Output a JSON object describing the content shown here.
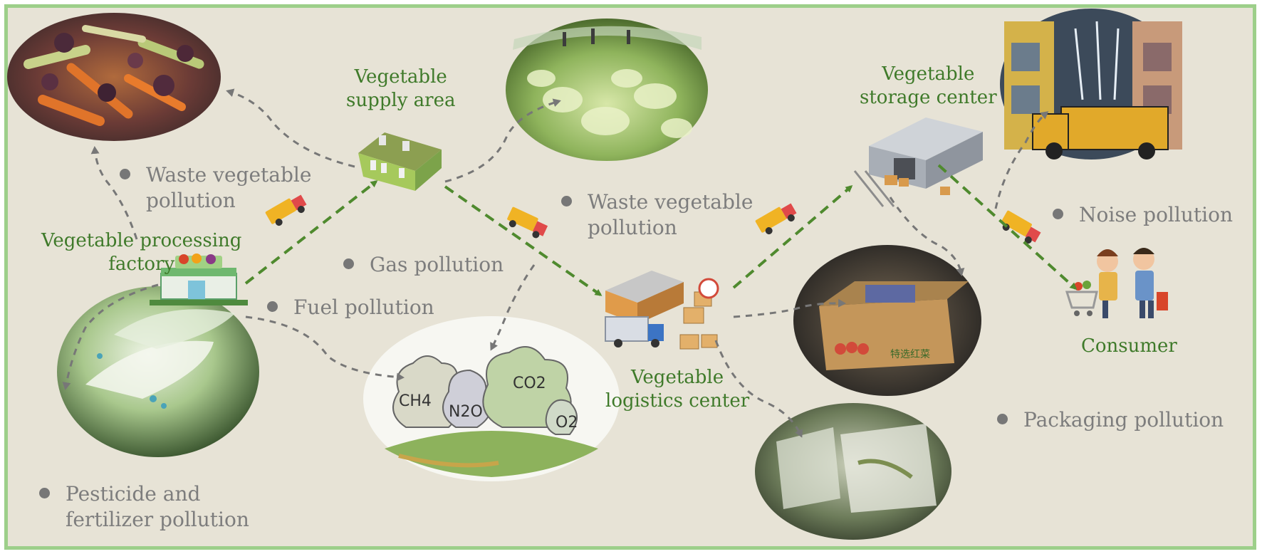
{
  "nodes": {
    "supply_area": "Vegetable supply area",
    "supply_area_line1": "Vegetable",
    "supply_area_line2": "supply area",
    "storage_center_line1": "Vegetable",
    "storage_center_line2": "storage center",
    "processing_factory_line1": "Vegetable processing",
    "processing_factory_line2": "factory",
    "logistics_center_line1": "Vegetable",
    "logistics_center_line2": "logistics center",
    "consumer": "Consumer"
  },
  "pollution_labels": {
    "waste_vegetable_1_line1": "Waste vegetable",
    "waste_vegetable_1_line2": "pollution",
    "waste_vegetable_2_line1": "Waste vegetable",
    "waste_vegetable_2_line2": "pollution",
    "gas": "Gas pollution",
    "fuel": "Fuel pollution",
    "pesticide_line1": "Pesticide and",
    "pesticide_line2": "fertilizer pollution",
    "noise": "Noise pollution",
    "packaging": "Packaging pollution"
  },
  "gas_formulas": [
    "CH4",
    "N2O",
    "CO2",
    "O2"
  ],
  "package_text": "特选红菜",
  "colors": {
    "background": "#e7e3d6",
    "border": "#9dcf8a",
    "flow_arrow": "#4f8a2e",
    "pollution_arrow": "#777777",
    "node_text": "#3f7a2a",
    "pollution_text": "#7d7d7d"
  }
}
